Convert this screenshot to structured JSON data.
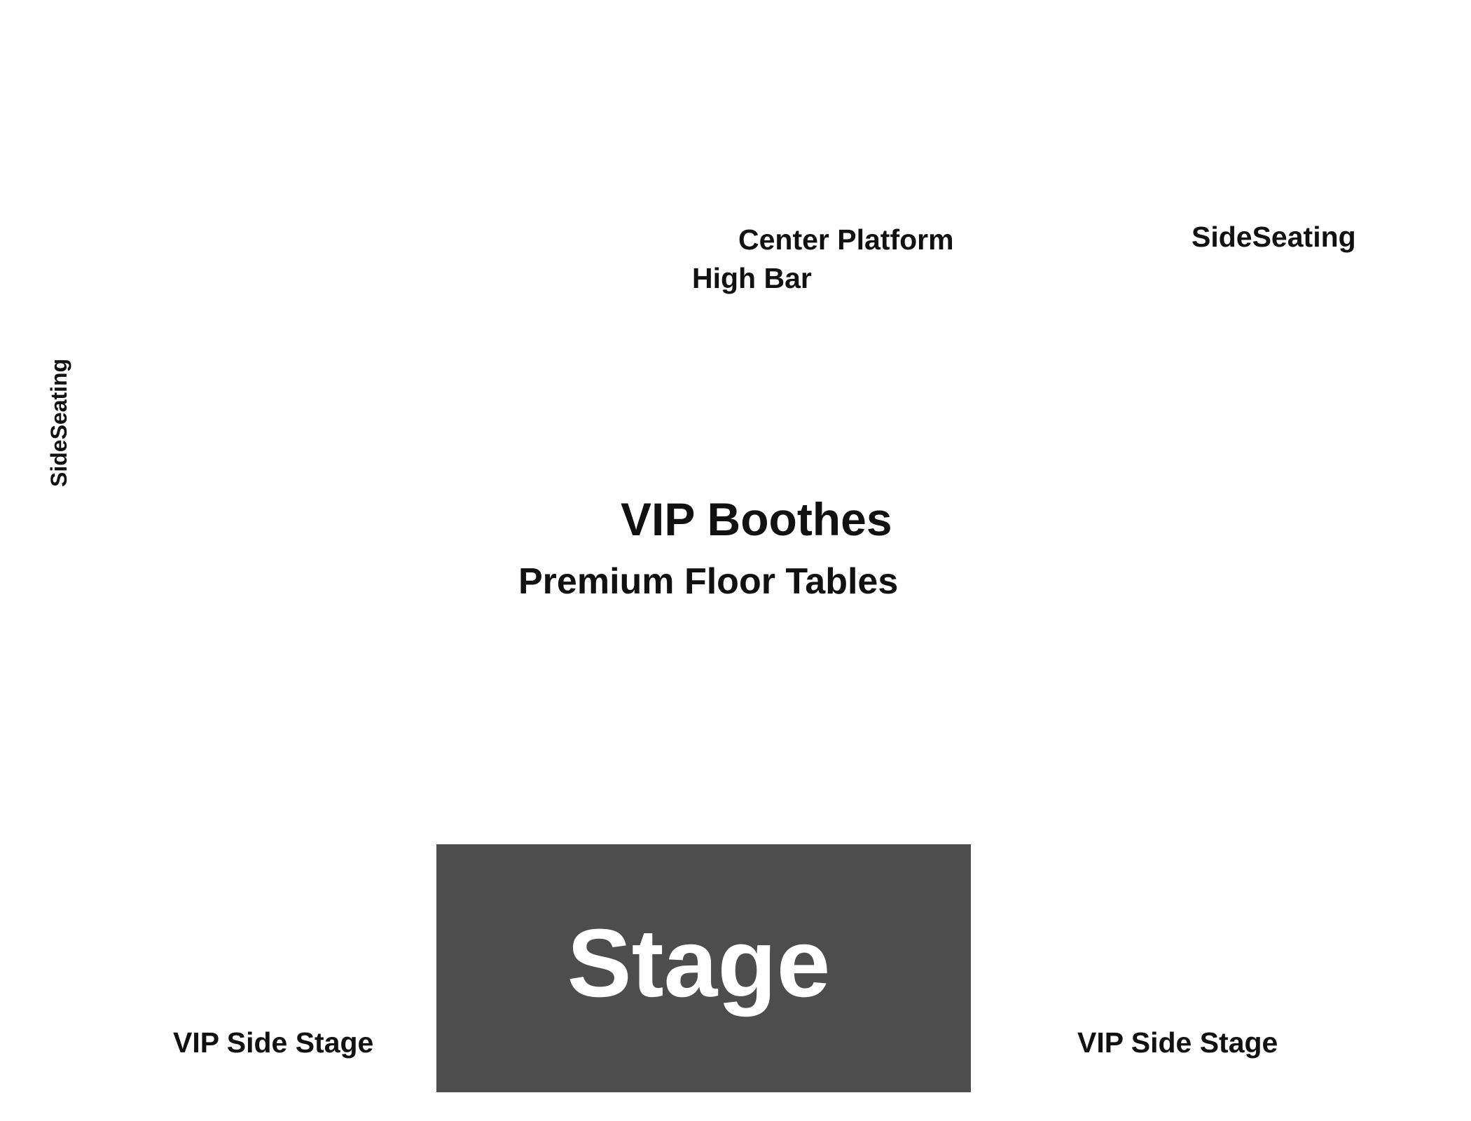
{
  "colors": {
    "background": "#ffffff",
    "label": "#111111",
    "stage_fill": "#4d4d4d",
    "stage_label": "#ffffff"
  },
  "sections": {
    "center_platform": "Center Platform",
    "high_bar": "High Bar",
    "side_seating_right": "SideSeating",
    "side_seating_left": "SideSeating",
    "vip_boothes": "VIP Boothes",
    "premium_floor_tables": "Premium Floor Tables",
    "vip_side_stage_left": "VIP Side Stage",
    "vip_side_stage_right": "VIP Side Stage"
  },
  "stage": {
    "label": "Stage"
  }
}
